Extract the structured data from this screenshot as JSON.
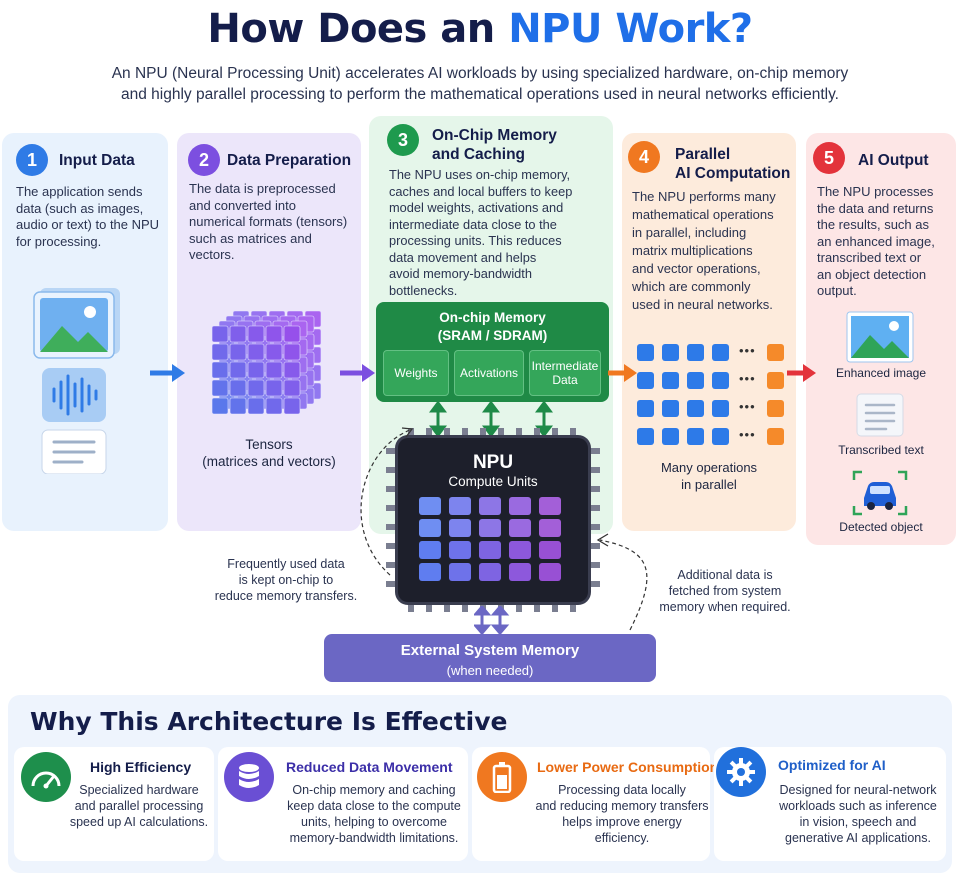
{
  "header": {
    "title_main": "How Does an ",
    "title_highlight": "NPU Work?",
    "subtitle_line1": "An NPU (Neural Processing Unit) accelerates AI workloads by using specialized hardware, on-chip memory",
    "subtitle_line2": "and highly parallel processing to perform the mathematical operations used in neural networks efficiently."
  },
  "steps": [
    {
      "num": "1",
      "title": "Input Data",
      "desc": [
        "The application sends",
        "data (such as images,",
        "audio or text) to the NPU",
        "for processing."
      ]
    },
    {
      "num": "2",
      "title": "Data Preparation",
      "desc": [
        "The data is preprocessed",
        "and converted into",
        "numerical formats (tensors)",
        "such as matrices and",
        "vectors."
      ],
      "caption1": "Tensors",
      "caption2": "(matrices and vectors)"
    },
    {
      "num": "3",
      "title1": "On-Chip Memory",
      "title2": "and Caching",
      "desc": [
        "The NPU uses on-chip memory,",
        "caches and local buffers to keep",
        "model weights, activations and",
        "intermediate data close to the",
        "processing units. This reduces",
        "data movement and helps",
        "avoid memory-bandwidth",
        "bottlenecks."
      ]
    },
    {
      "num": "4",
      "title1": "Parallel",
      "title2": "AI Computation",
      "desc": [
        "The NPU performs many",
        "mathematical operations",
        "in parallel, including",
        "matrix multiplications",
        "and vector operations,",
        "which are commonly",
        "used in neural networks."
      ],
      "caption1": "Many operations",
      "caption2": "in parallel"
    },
    {
      "num": "5",
      "title": "AI Output",
      "desc": [
        "The NPU processes",
        "the data and returns",
        "the results, such as",
        "an enhanced image,",
        "transcribed text or",
        "an object detection",
        "output."
      ],
      "outputs": [
        "Enhanced image",
        "Transcribed text",
        "Detected object"
      ]
    }
  ],
  "memory": {
    "title1": "On-chip Memory",
    "title2": "(SRAM / SDRAM)",
    "boxes": [
      "Weights",
      "Activations",
      "Intermediate Data"
    ]
  },
  "chip": {
    "title": "NPU",
    "subtitle": "Compute Units"
  },
  "external": {
    "title": "External System Memory",
    "subtitle": "(when needed)"
  },
  "notes": {
    "left": [
      "Frequently used data",
      "is kept on-chip to",
      "reduce memory transfers."
    ],
    "right": [
      "Additional data is",
      "fetched from system",
      "memory when required."
    ]
  },
  "why": {
    "title": "Why This Architecture Is Effective",
    "cards": [
      {
        "title": "High Efficiency",
        "color": "#1e8f4c",
        "desc": [
          "Specialized hardware",
          "and parallel processing",
          "speed up AI calculations."
        ]
      },
      {
        "title": "Reduced Data Movement",
        "color": "#6a4fd4",
        "desc": [
          "On-chip memory and caching",
          "keep data close to the compute",
          "units, helping to overcome",
          "memory-bandwidth limitations."
        ]
      },
      {
        "title": "Lower Power Consumption",
        "color": "#f07820",
        "desc": [
          "Processing data locally",
          "and reducing memory transfers",
          "helps improve energy",
          "efficiency."
        ]
      },
      {
        "title": "Optimized for AI",
        "color": "#2170dc",
        "desc": [
          "Designed for neural-network",
          "workloads such as inference",
          "in vision, speech and",
          "generative AI applications."
        ]
      }
    ]
  },
  "colors": {
    "blue": "#2f7be6",
    "purple": "#7c4fe0",
    "green": "#1e9a4e",
    "orange": "#f07820",
    "red": "#e3333b"
  }
}
